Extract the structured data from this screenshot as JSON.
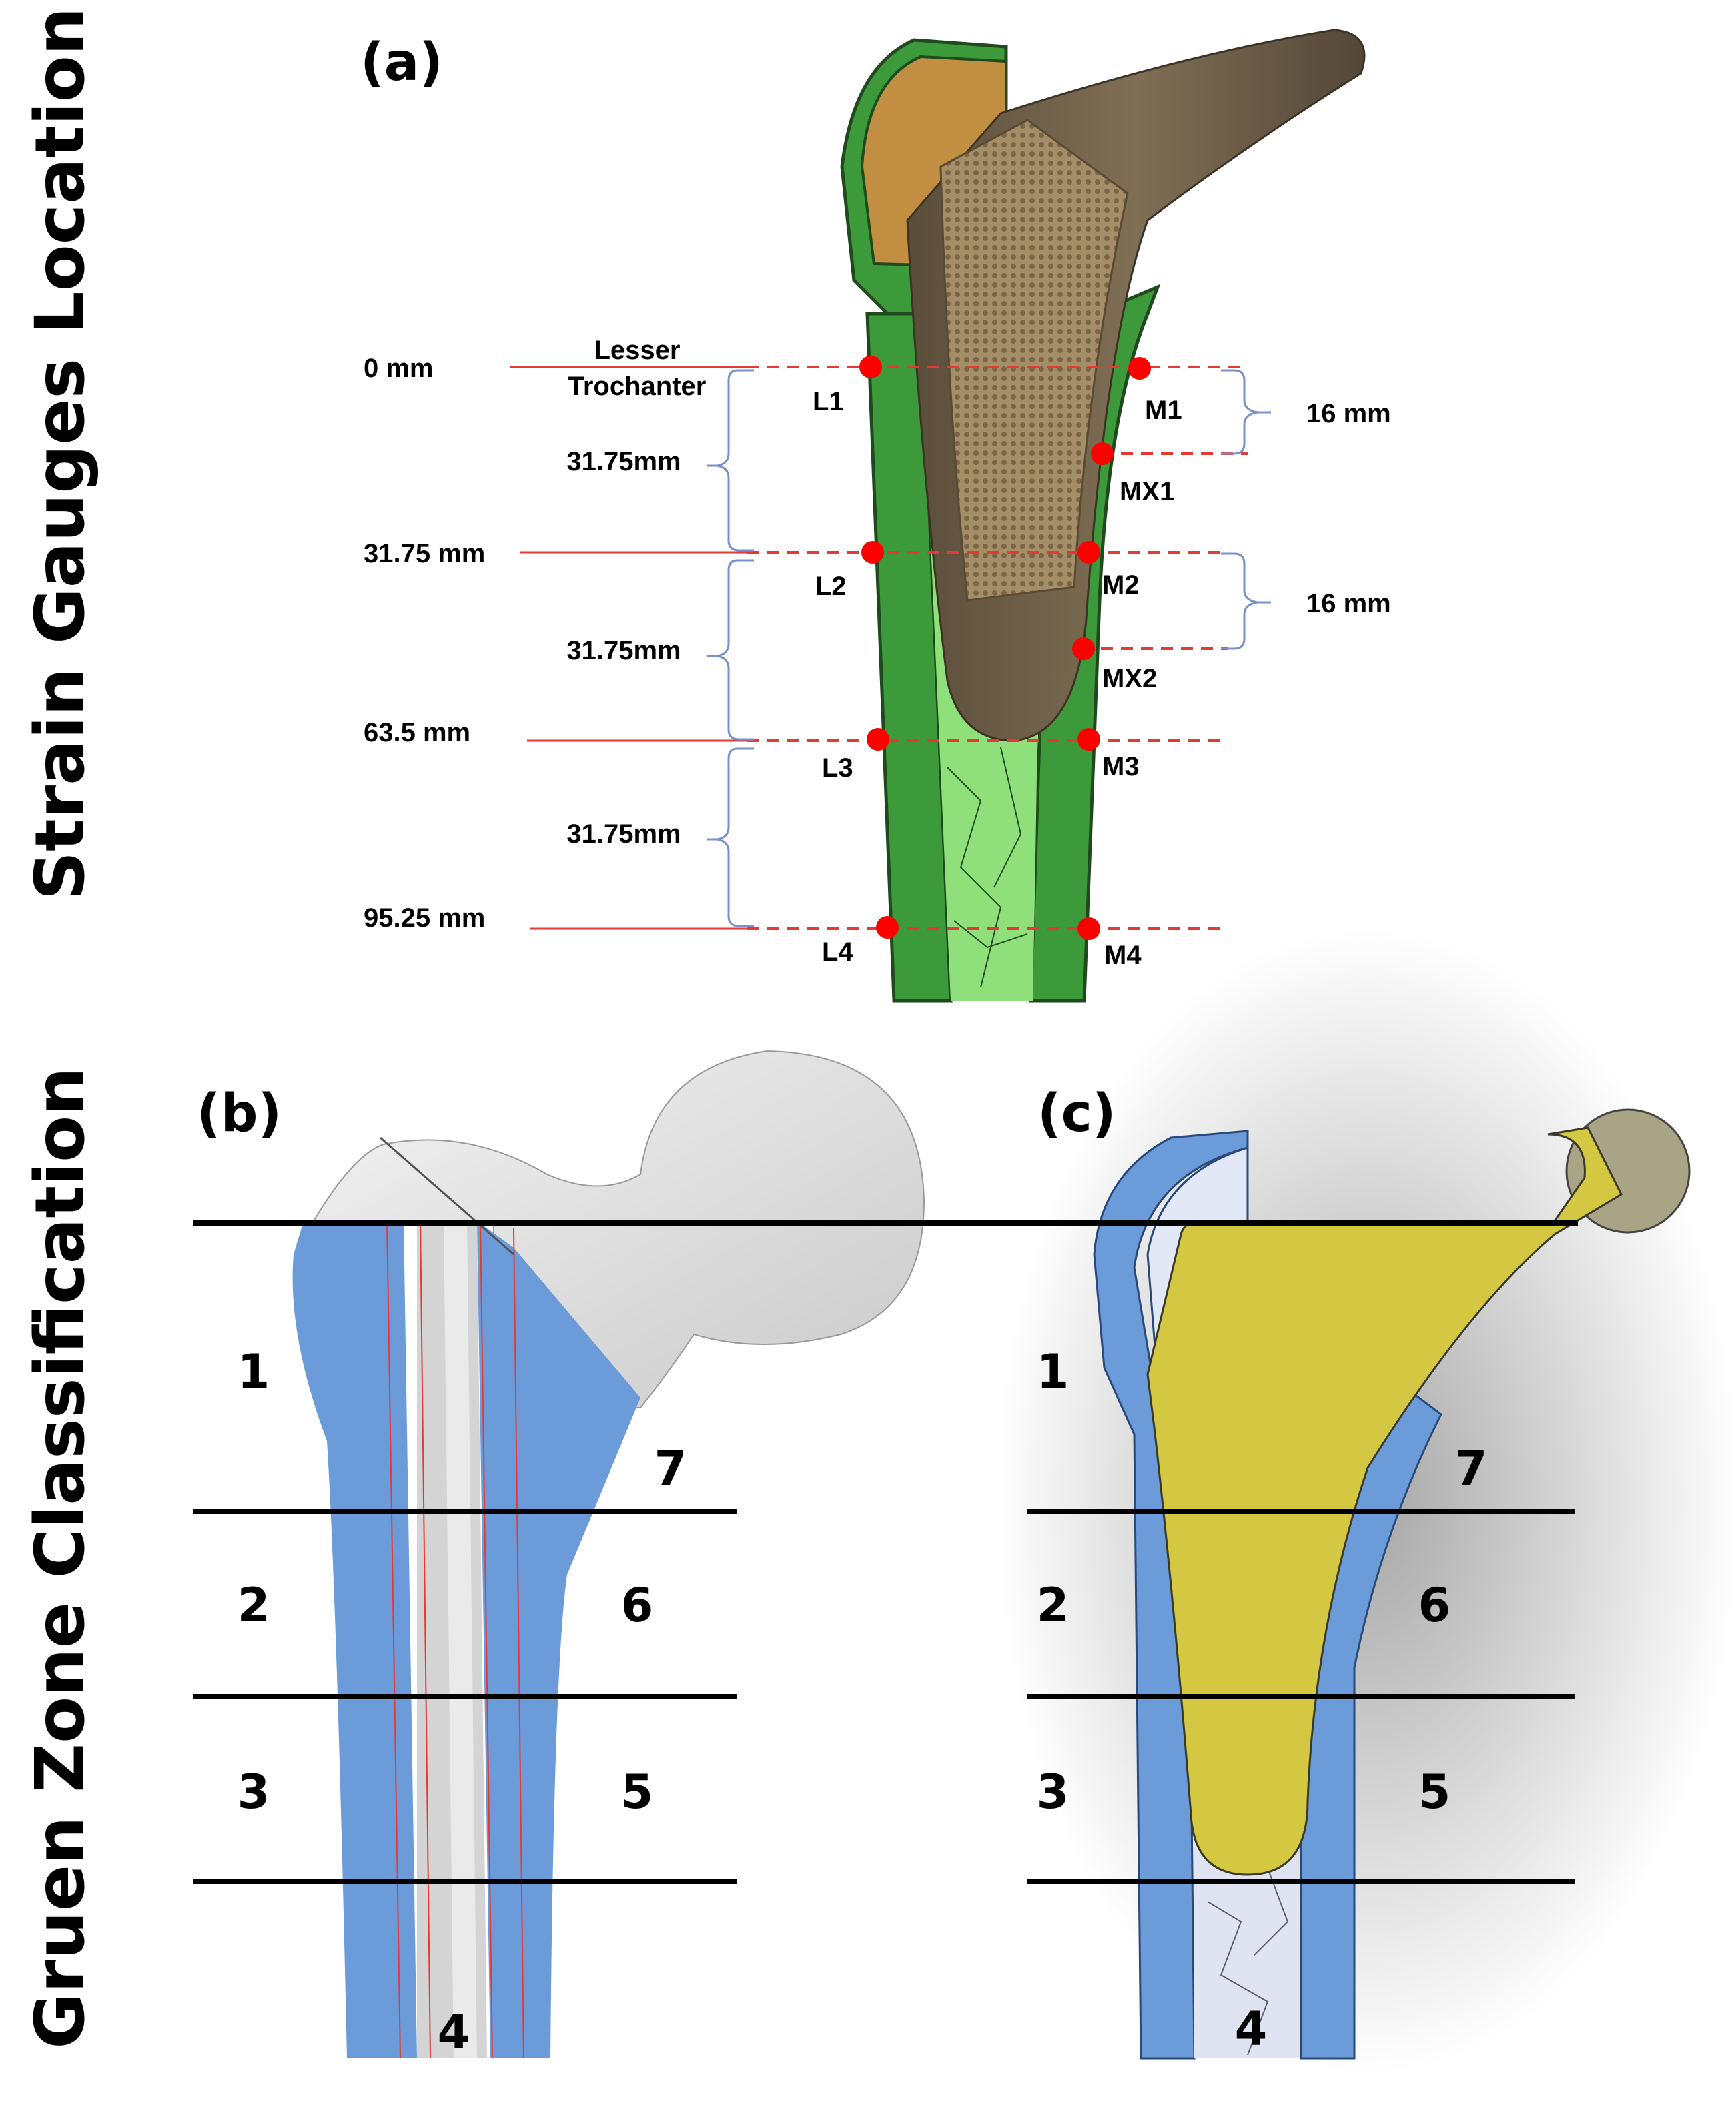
{
  "side_titles": {
    "top": "Strain Gauges Location",
    "bottom": "Gruen Zone Classification"
  },
  "panels": {
    "a": "(a)",
    "b": "(b)",
    "c": "(c)"
  },
  "landmark": {
    "line1": "Lesser",
    "line2": "Trochanter"
  },
  "distance_levels": [
    "0 mm",
    "31.75 mm",
    "63.5 mm",
    "95.25 mm"
  ],
  "interval_labels": [
    "31.75mm",
    "31.75mm",
    "31.75mm"
  ],
  "spacing_labels": [
    "16 mm",
    "16 mm"
  ],
  "lateral_gauges": [
    "L1",
    "L2",
    "L3",
    "L4"
  ],
  "medial_gauges": [
    "M1",
    "M2",
    "M3",
    "M4"
  ],
  "extra_gauges": [
    "MX1",
    "MX2"
  ],
  "gruen_zones_b": [
    "1",
    "2",
    "3",
    "4",
    "5",
    "6",
    "7"
  ],
  "gruen_zones_c": [
    "1",
    "2",
    "3",
    "4",
    "5",
    "6",
    "7"
  ],
  "colors": {
    "cortical_green": "#3d9a3a",
    "canal_green": "#8fe07a",
    "implant_brown": "#6e5f47",
    "bone_blue": "#6b9bd8",
    "implant_yellow": "#d4c842",
    "bone_grey": "#dedede",
    "head_khaki": "#a8a485",
    "gauge_red": "#ff0000"
  }
}
